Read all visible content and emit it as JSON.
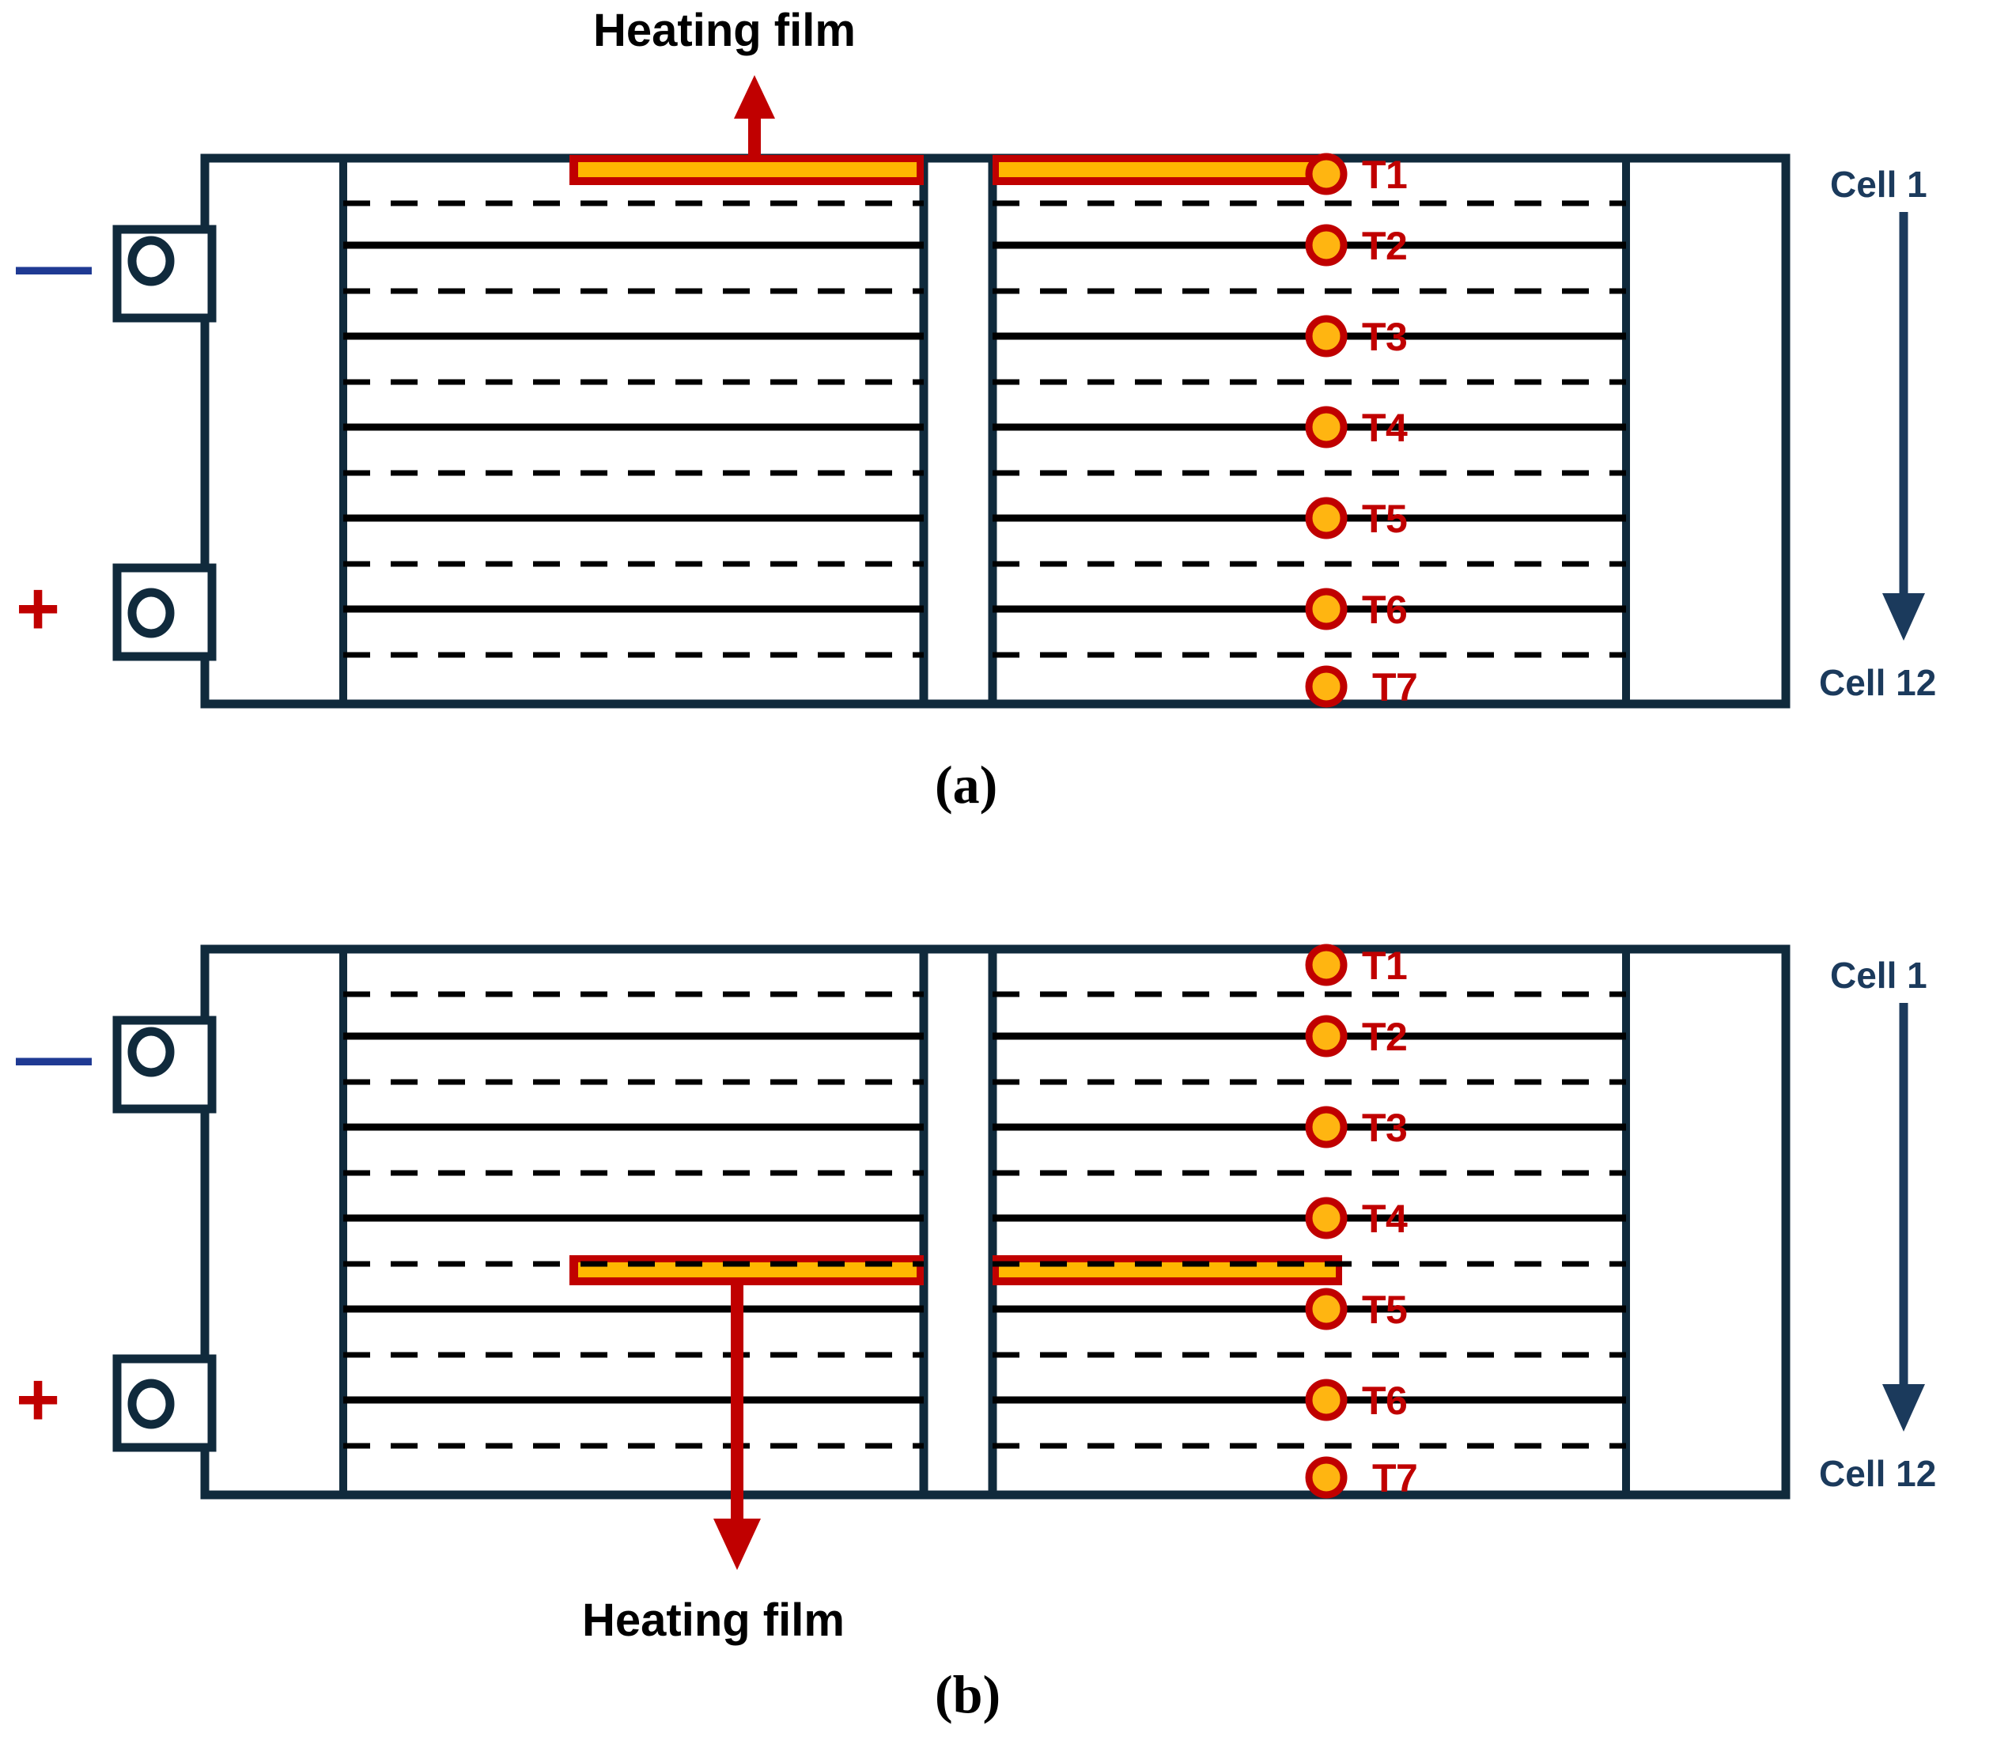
{
  "figure": {
    "title_a_caption": "(a)",
    "title_b_caption": "(b)",
    "colors": {
      "navy": "#102a3c",
      "cell_label_blue": "#1b3a5c",
      "minus_blue": "#1f3a93",
      "plus_red": "#c00000",
      "film_border_red": "#c00000",
      "film_fill_yellow": "#ffb700",
      "thermocouple_fill": "#ffb511",
      "thermocouple_stroke": "#c00000",
      "tlabel_red": "#c00000",
      "line_black": "#000000"
    }
  },
  "panel_a": {
    "caption": "(a)",
    "heating_film": {
      "label": "Heating film",
      "position": "top",
      "arrow_direction": "up"
    },
    "terminals": [
      {
        "name": "negative",
        "symbol": "—",
        "polarity": "minus"
      },
      {
        "name": "positive",
        "symbol": "+",
        "polarity": "plus"
      }
    ],
    "thermocouples": [
      {
        "id": "T1",
        "label": "T1"
      },
      {
        "id": "T2",
        "label": "T2"
      },
      {
        "id": "T3",
        "label": "T3"
      },
      {
        "id": "T4",
        "label": "T4"
      },
      {
        "id": "T5",
        "label": "T5"
      },
      {
        "id": "T6",
        "label": "T6"
      },
      {
        "id": "T7",
        "label": "T7"
      }
    ],
    "cell_axis": {
      "top_label": "Cell 1",
      "bottom_label": "Cell 12",
      "arrow_direction": "down"
    }
  },
  "panel_b": {
    "caption": "(b)",
    "heating_film": {
      "label": "Heating film",
      "position": "middle",
      "arrow_direction": "down"
    },
    "terminals": [
      {
        "name": "negative",
        "symbol": "—",
        "polarity": "minus"
      },
      {
        "name": "positive",
        "symbol": "+",
        "polarity": "plus"
      }
    ],
    "thermocouples": [
      {
        "id": "T1",
        "label": "T1"
      },
      {
        "id": "T2",
        "label": "T2"
      },
      {
        "id": "T3",
        "label": "T3"
      },
      {
        "id": "T4",
        "label": "T4"
      },
      {
        "id": "T5",
        "label": "T5"
      },
      {
        "id": "T6",
        "label": "T6"
      },
      {
        "id": "T7",
        "label": "T7"
      }
    ],
    "cell_axis": {
      "top_label": "Cell 1",
      "bottom_label": "Cell 12",
      "arrow_direction": "down"
    }
  }
}
